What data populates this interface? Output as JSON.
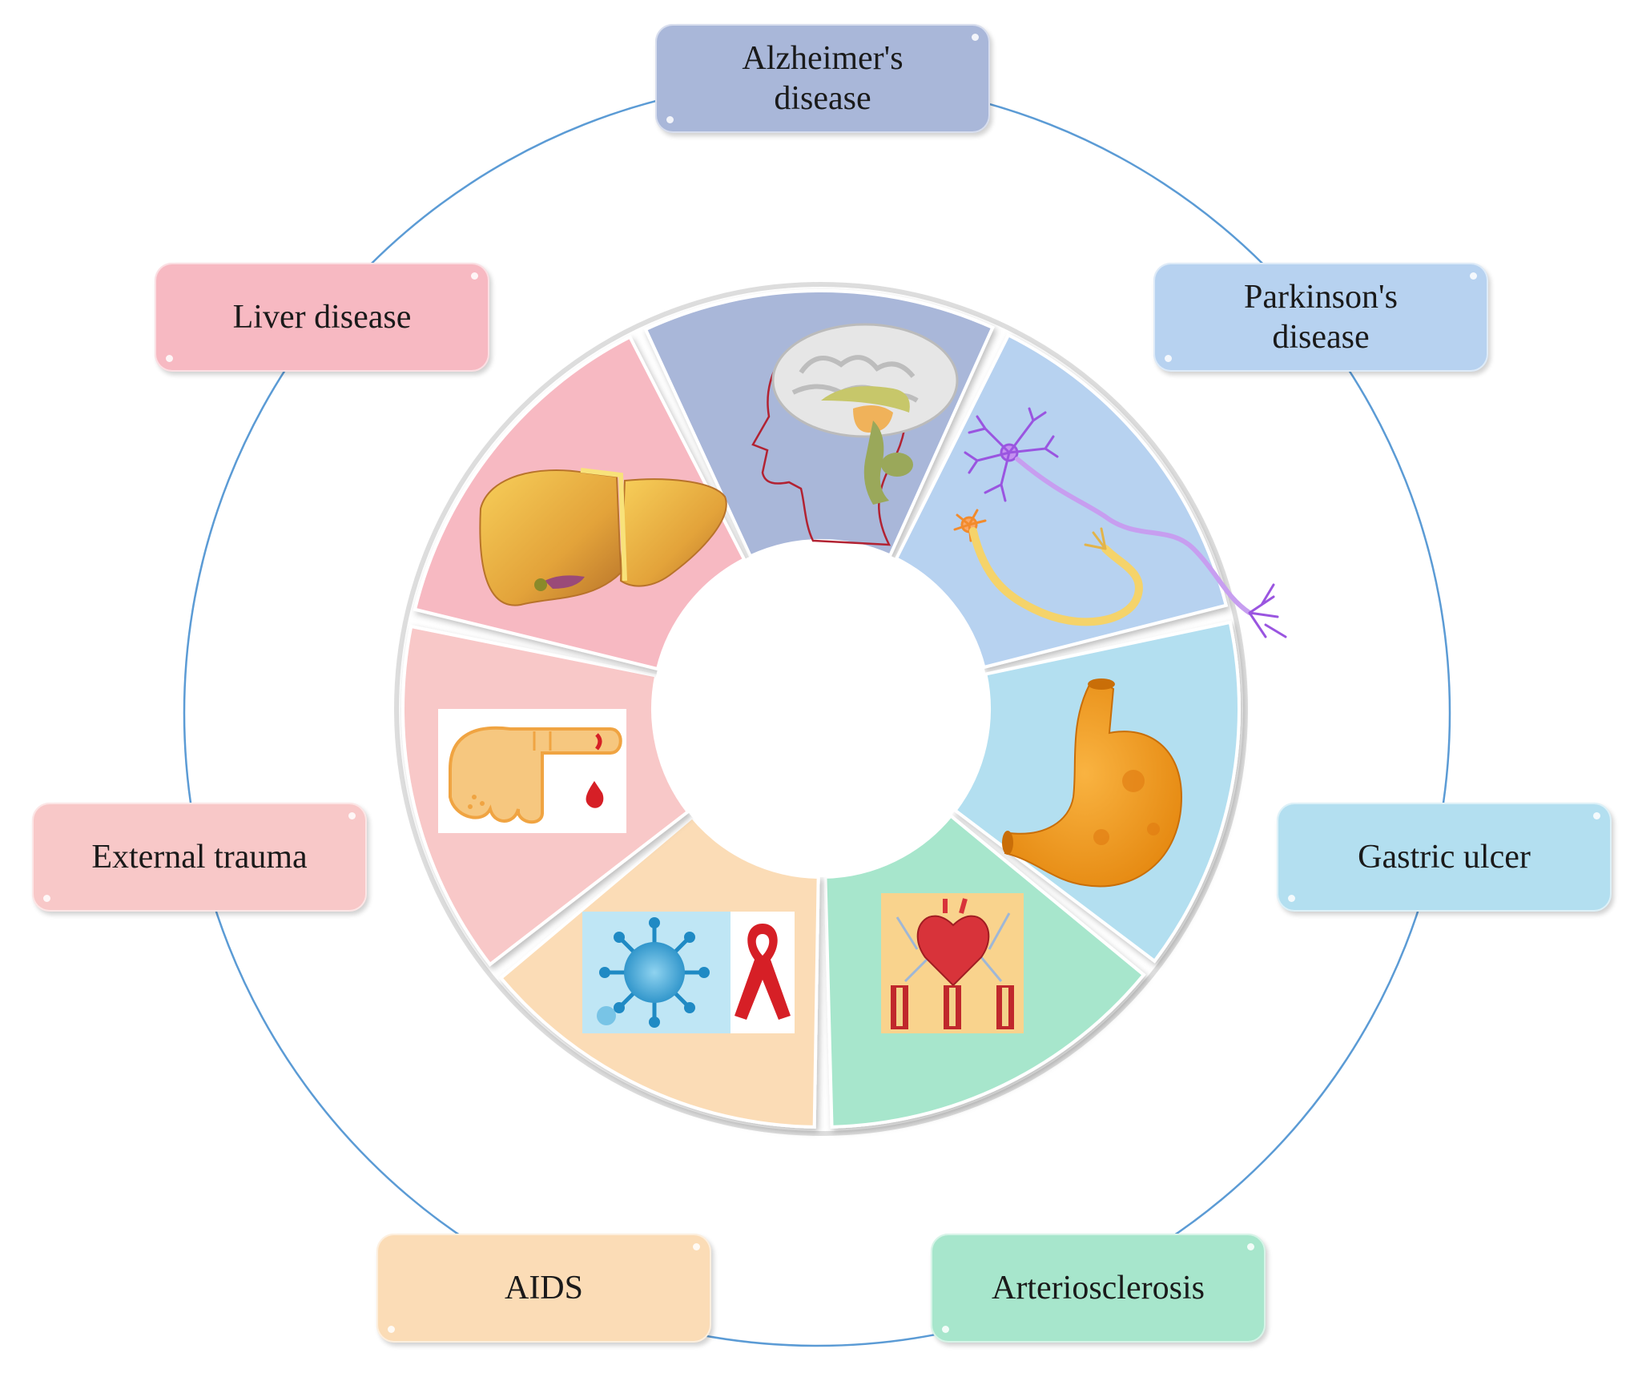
{
  "labels": {
    "alzheimer": "Alzheimer's disease",
    "parkinson": "Parkinson's disease",
    "gastric": "Gastric ulcer",
    "arterio": "Arteriosclerosis",
    "aids": "AIDS",
    "trauma": "External trauma",
    "liver": "Liver disease"
  },
  "colors": {
    "alzheimer": "#a9b7d9",
    "parkinson": "#b7d2f0",
    "gastric": "#b3dff0",
    "arterio": "#a7e6cc",
    "aids": "#fbdcb6",
    "trauma": "#f8c8c8",
    "liver": "#f7b9c2",
    "orbit": "#5b9bd5"
  },
  "icons": {
    "alzheimer": "brain-head-icon",
    "parkinson": "neuron-icon",
    "gastric": "stomach-icon",
    "arterio": "heart-arteries-icon",
    "aids": "virus-ribbon-icon",
    "trauma": "bleeding-finger-icon",
    "liver": "liver-icon"
  }
}
